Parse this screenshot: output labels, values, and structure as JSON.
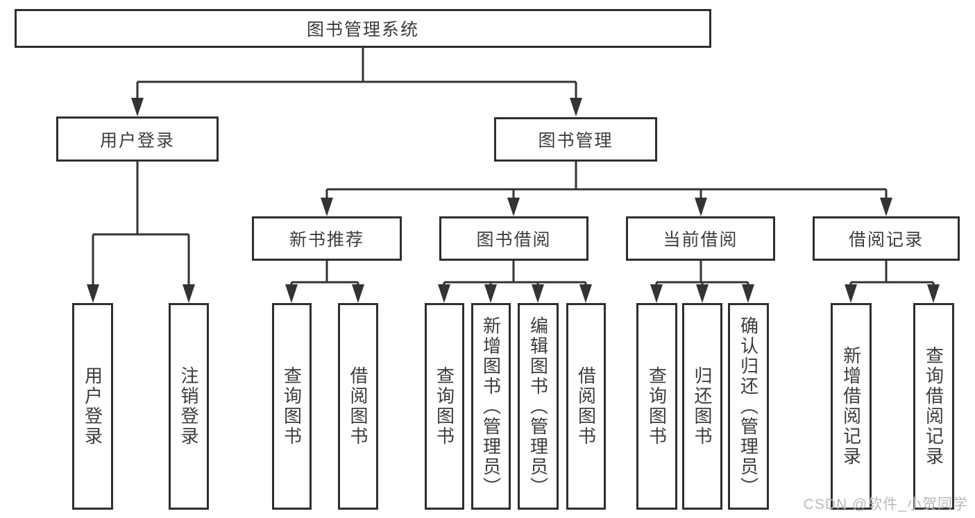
{
  "diagram": {
    "title": "图书管理系统",
    "colors": {
      "line": "#333333",
      "box_border": "#2e2e2e",
      "text": "#3c3c3c",
      "background": "#ffffff",
      "watermark": "#b9b9b9"
    },
    "tree": {
      "root": {
        "label": "图书管理系统",
        "children": [
          {
            "label": "用户登录",
            "children": [
              {
                "label": "用户登录"
              },
              {
                "label": "注销登录"
              }
            ]
          },
          {
            "label": "图书管理",
            "children": [
              {
                "label": "新书推荐",
                "children": [
                  {
                    "label": "查询图书"
                  },
                  {
                    "label": "借阅图书"
                  }
                ]
              },
              {
                "label": "图书借阅",
                "children": [
                  {
                    "label": "查询图书"
                  },
                  {
                    "label": "新增图书（管理员）"
                  },
                  {
                    "label": "编辑图书（管理员）"
                  },
                  {
                    "label": "借阅图书"
                  }
                ]
              },
              {
                "label": "当前借阅",
                "children": [
                  {
                    "label": "查询图书"
                  },
                  {
                    "label": "归还图书"
                  },
                  {
                    "label": "确认归还（管理员）"
                  }
                ]
              },
              {
                "label": "借阅记录",
                "children": [
                  {
                    "label": "新增借阅记录"
                  },
                  {
                    "label": "查询借阅记录"
                  }
                ]
              }
            ]
          }
        ]
      }
    }
  },
  "watermark": {
    "text": "CSDN @软件_小贺同学"
  }
}
